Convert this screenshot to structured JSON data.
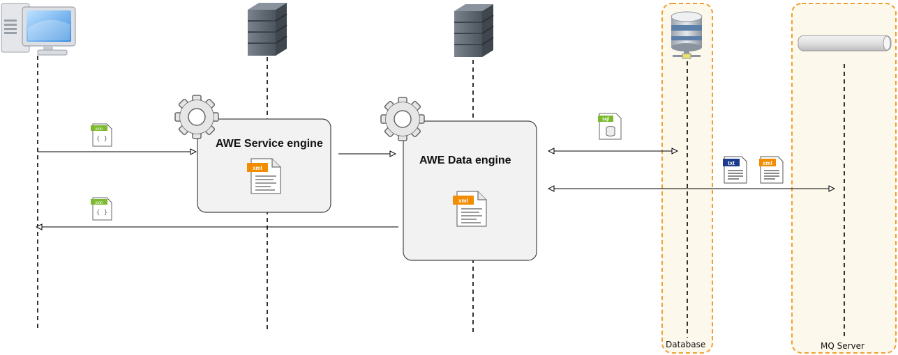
{
  "participants": {
    "client": {
      "icon": "desktop-computer-icon"
    },
    "service_server": {
      "icon": "server-rack-icon"
    },
    "data_server": {
      "icon": "server-rack-icon"
    },
    "database": {
      "label": "Database",
      "icon": "database-icon"
    },
    "mq_server": {
      "label": "MQ Server",
      "icon": "queue-pipe-icon"
    }
  },
  "engines": {
    "service": {
      "title": "AWE Service engine",
      "doc_tag": "xml",
      "icon": "gear-icon"
    },
    "data": {
      "title": "AWE Data engine",
      "doc_tag": "xml",
      "icon": "gear-icon"
    }
  },
  "messages": {
    "request_doc": {
      "tag": "json"
    },
    "response_doc": {
      "tag": "json"
    },
    "sql_doc": {
      "tag": "sql"
    },
    "txt_doc": {
      "tag": "txt"
    },
    "mq_xml_doc": {
      "tag": "xml"
    }
  },
  "colors": {
    "container_border": "#f0a030",
    "container_fill": "#fdf8ec",
    "engine_fill": "#f2f2f2",
    "xml_tag": "#f28c00",
    "json_tag": "#7cb92e",
    "sql_tag": "#7cb92e",
    "txt_tag": "#1b3c8c",
    "server": "#5c6570"
  }
}
